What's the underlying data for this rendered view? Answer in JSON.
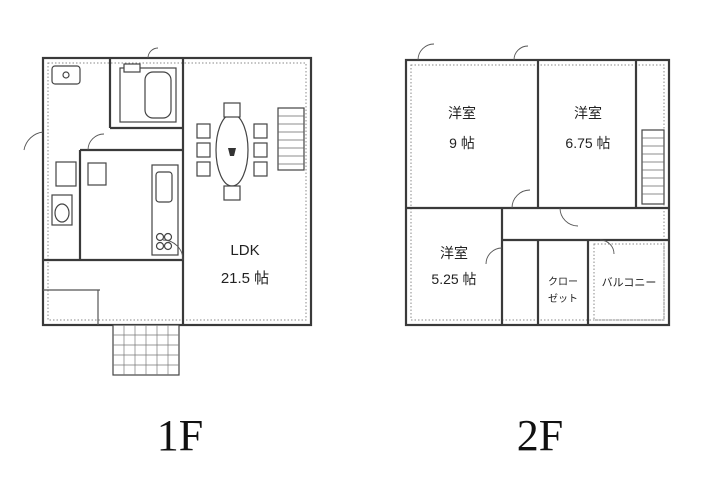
{
  "floor1": {
    "label": "1F",
    "rooms": {
      "ldk_name": "LDK",
      "ldk_size": "21.5 帖"
    }
  },
  "floor2": {
    "label": "2F",
    "rooms": {
      "room_a_name": "洋室",
      "room_a_size": "9 帖",
      "room_b_name": "洋室",
      "room_b_size": "6.75 帖",
      "room_c_name": "洋室",
      "room_c_size": "5.25 帖",
      "closet_line1": "クロー",
      "closet_line2": "ゼット",
      "balcony": "バルコニー"
    }
  }
}
